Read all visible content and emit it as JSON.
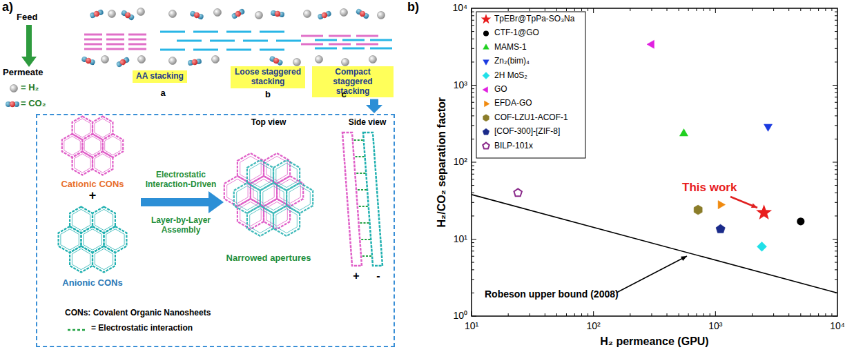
{
  "diagram": {
    "nodes": [
      {
        "text": [
          "AA stacking"
        ]
      },
      {
        "text": [
          "Loose staggered stacking"
        ]
      },
      {
        "text": [
          "Compact staggered stacking"
        ]
      },
      {
        "text": [
          "Cationic CONs",
          "+",
          "Anionic CONs",
          "Electrostatic Interaction-Driven",
          "Layer-by-Layer Assembly",
          "Top view",
          "Narrowed apertures",
          "Side view",
          "+",
          "-",
          "CONs: Covalent Organic Nanosheets",
          "= Electrostatic interaction"
        ]
      }
    ],
    "edges": [
      {
        "from": 2,
        "to": 3,
        "arrow": "to"
      }
    ],
    "labels": [
      "a)",
      "Feed",
      "Permeate",
      "= H₂",
      "= CO₂",
      "a",
      "b",
      "c",
      "b)",
      "H₂/CO₂ separation factor",
      "H₂ permeance (GPU)",
      "10⁰",
      "10¹",
      "10²",
      "10³",
      "10⁴",
      "10¹",
      "10²",
      "10³",
      "10⁴",
      "This work",
      "Robeson upper bound (2008)"
    ],
    "legend": [
      {
        "text": "TpEBr@TpPa-SO₃Na"
      },
      {
        "text": "CTF-1@GO"
      },
      {
        "text": "MAMS-1"
      },
      {
        "text": "Zn₂(bim)₄"
      },
      {
        "text": "2H MoS₂"
      },
      {
        "text": "GO"
      },
      {
        "text": "EFDA-GO"
      },
      {
        "text": "COF-LZU1-ACOF-1"
      },
      {
        "text": "[COF-300]-[ZIF-8]"
      },
      {
        "text": "BILP-101x"
      }
    ]
  }
}
